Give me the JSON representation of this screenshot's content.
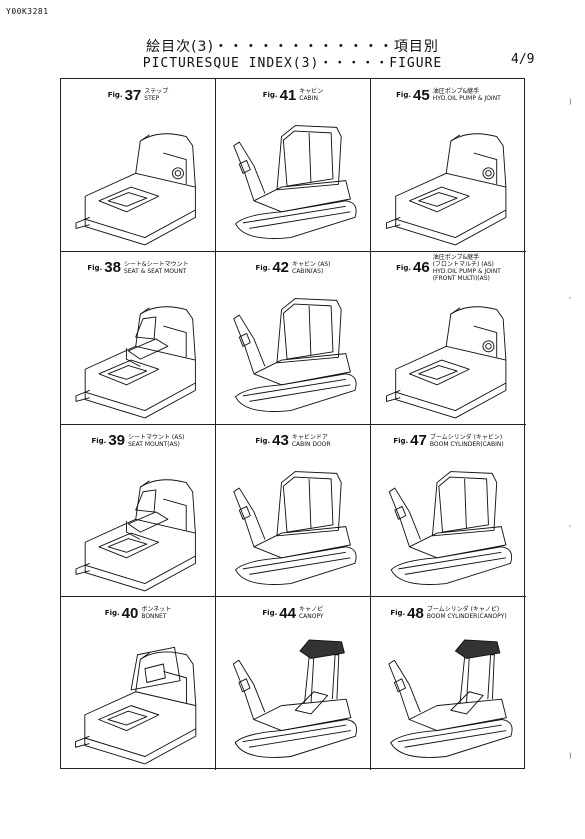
{
  "doc_id": "Y00K3281",
  "title_jp": "絵目次(3)・・・・・・・・・・・・項目別",
  "title_en": "PICTURESQUE INDEX(3)・・・・・FIGURE",
  "page": "4/9",
  "fig_prefix": "Fig.",
  "side_marks": [
    ")",
    "'",
    "'",
    ")"
  ],
  "figures": [
    {
      "num": "37",
      "lines": [
        "ステップ",
        "STEP"
      ],
      "kind": "base"
    },
    {
      "num": "41",
      "lines": [
        "キャビン",
        "CABIN"
      ],
      "kind": "cabin"
    },
    {
      "num": "45",
      "lines": [
        "油圧ポンプ&継手",
        "HYD.OIL PUMP & JOINT"
      ],
      "kind": "base"
    },
    {
      "num": "38",
      "lines": [
        "シート&シートマウント",
        "SEAT & SEAT MOUNT"
      ],
      "kind": "seat"
    },
    {
      "num": "42",
      "lines": [
        "キャビン (AS)",
        "CABIN(AS)"
      ],
      "kind": "cabin"
    },
    {
      "num": "46",
      "lines": [
        "油圧ポンプ&継手",
        "(フロントマルチ) (AS)",
        "HYD.OIL PUMP & JOINT",
        "(FRONT MULTI)(AS)"
      ],
      "kind": "base"
    },
    {
      "num": "39",
      "lines": [
        "シートマウント (AS)",
        "SEAT MOUNT(AS)"
      ],
      "kind": "seat"
    },
    {
      "num": "43",
      "lines": [
        "キャビンドア",
        "CABIN DOOR"
      ],
      "kind": "cabin"
    },
    {
      "num": "47",
      "lines": [
        "ブームシリンダ (キャビン)",
        "BOOM CYLINDER(CABIN)"
      ],
      "kind": "cabin"
    },
    {
      "num": "40",
      "lines": [
        "ボンネット",
        "BONNET"
      ],
      "kind": "bonnet"
    },
    {
      "num": "44",
      "lines": [
        "キャノピ",
        "CANOPY"
      ],
      "kind": "canopy"
    },
    {
      "num": "48",
      "lines": [
        "ブームシリンダ (キャノピ)",
        "BOOM CYLINDER(CANOPY)"
      ],
      "kind": "canopy"
    }
  ]
}
